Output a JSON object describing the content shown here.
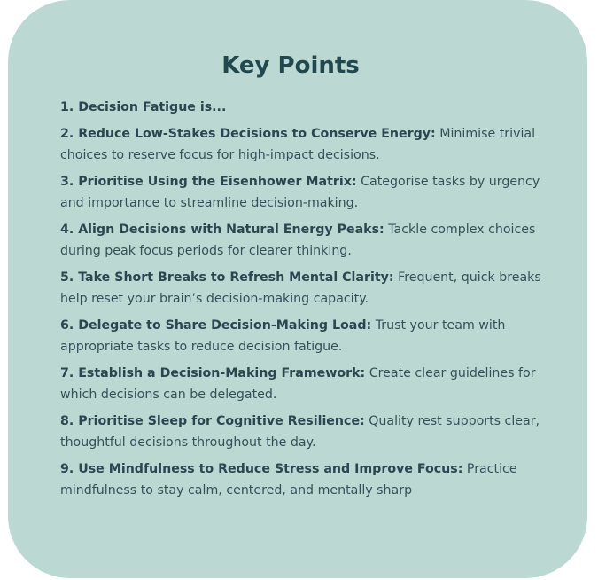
{
  "title": "Key Points",
  "points": [
    {
      "heading": "1. Decision Fatigue is...",
      "text": ""
    },
    {
      "heading": "2. Reduce Low-Stakes Decisions to Conserve Energy:",
      "text": "Minimise trivial choices to reserve focus for high-impact decisions."
    },
    {
      "heading": "3. Prioritise Using the Eisenhower Matrix:",
      "text": "Categorise tasks by urgency and importance to streamline decision-making."
    },
    {
      "heading": " 4. Align Decisions with Natural Energy Peaks:",
      "text": "Tackle complex choices during peak focus periods for clearer thinking."
    },
    {
      "heading": "5. Take Short Breaks to Refresh Mental Clarity:",
      "text": "Frequent, quick breaks help reset your brain’s decision-making capacity."
    },
    {
      "heading": " 6. Delegate to Share Decision-Making Load:",
      "text": "Trust your team with appropriate tasks to reduce decision fatigue."
    },
    {
      "heading": "7. Establish a Decision-Making Framework:",
      "text": "Create clear guidelines for which decisions can be delegated."
    },
    {
      "heading": "8. Prioritise Sleep for Cognitive Resilience:",
      "text": "Quality rest supports clear, thoughtful decisions throughout the day."
    },
    {
      "heading": " 9. Use Mindfulness to Reduce Stress and Improve Focus:",
      "text": "Practice mindfulness to stay calm, centered, and mentally sharp"
    }
  ],
  "colors": {
    "card_background": "#bcd8d2",
    "title": "#22484f",
    "text": "#34505a"
  }
}
